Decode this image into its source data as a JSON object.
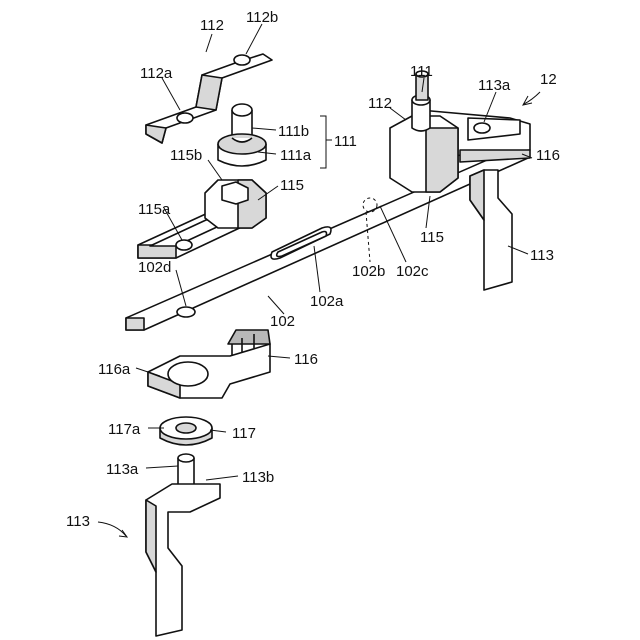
{
  "labels": {
    "l112_top": "112",
    "l112b": "112b",
    "l112a": "112a",
    "l111_top": "111",
    "l112_right": "112",
    "l113a_top": "113a",
    "l12": "12",
    "l111b": "111b",
    "l111": "111",
    "l111a": "111a",
    "l115b": "115b",
    "l115_left": "115",
    "l116_top": "116",
    "l115a": "115a",
    "l115_right": "115",
    "l113_right": "113",
    "l102d": "102d",
    "l102a": "102a",
    "l102b": "102b",
    "l102c": "102c",
    "l102": "102",
    "l116a": "116a",
    "l116_bottom": "116",
    "l117a": "117a",
    "l117": "117",
    "l113a_bottom": "113a",
    "l113b": "113b",
    "l113_bottom": "113"
  }
}
